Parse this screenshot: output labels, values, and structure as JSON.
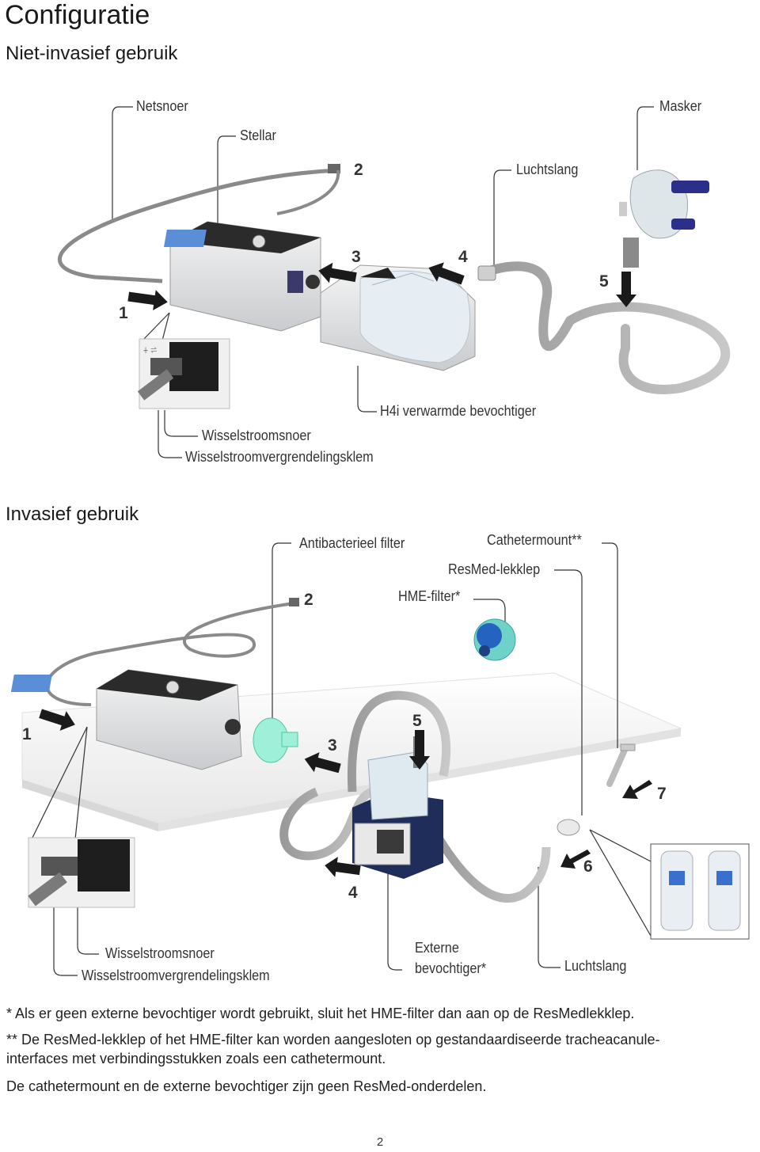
{
  "title": "Configuratie",
  "section1": {
    "heading": "Niet-invasief gebruik",
    "labels": {
      "netsnoer": "Netsnoer",
      "stellar": "Stellar",
      "masker": "Masker",
      "luchtslang": "Luchtslang",
      "h4i": "H4i verwarmde bevochtiger",
      "wisselstroomsnoer": "Wisselstroomsnoer",
      "klem": "Wisselstroomvergrendelingsklem"
    },
    "numbers": [
      "1",
      "2",
      "3",
      "4",
      "5"
    ]
  },
  "section2": {
    "heading": "Invasief gebruik",
    "labels": {
      "antibacterieel": "Antibacterieel filter",
      "cathetermount": "Cathetermount**",
      "lekklep": "ResMed-lekklep",
      "hme": "HME-filter*",
      "wisselstroomsnoer": "Wisselstroomsnoer",
      "klem": "Wisselstroomvergrendelingsklem",
      "externe_1": "Externe",
      "externe_2": "bevochtiger*",
      "luchtslang": "Luchtslang"
    },
    "numbers": [
      "1",
      "2",
      "3",
      "4",
      "5",
      "6",
      "7"
    ]
  },
  "notes": {
    "n1": "* Als er geen externe bevochtiger wordt gebruikt, sluit het HME-filter dan aan op de ResMedlekklep.",
    "n2a": "** De ResMed-lekklep of het HME-filter kan worden aangesloten op gestandaardiseerde tracheacanule-",
    "n2b": "interfaces met verbindingsstukken zoals een cathetermount.",
    "n3": "De cathetermount en de externe bevochtiger zijn geen ResMed-onderdelen."
  },
  "page_number": "2"
}
